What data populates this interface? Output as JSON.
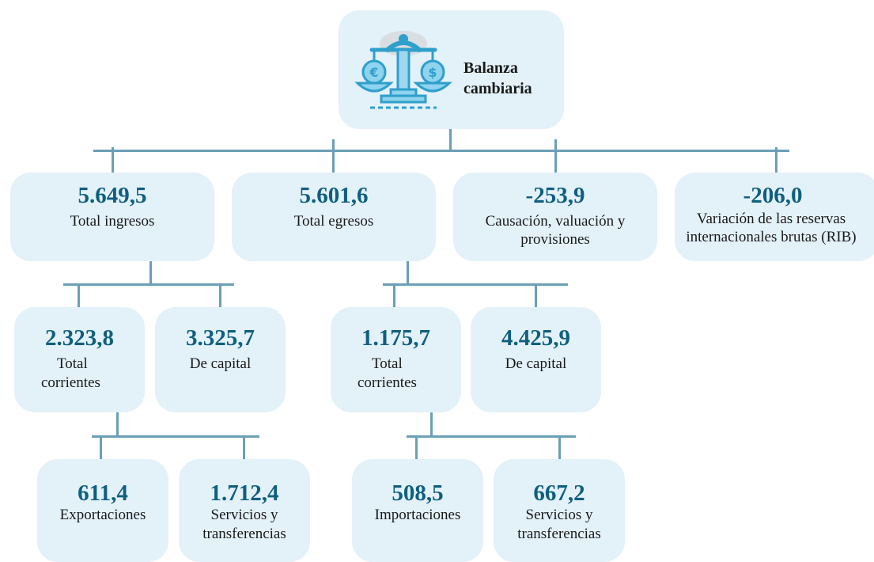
{
  "root": {
    "title_line1": "Balanza",
    "title_line2": "cambiaria",
    "icon": "scale-currency-icon"
  },
  "level1": [
    {
      "value": "5.649,5",
      "label": "Total ingresos"
    },
    {
      "value": "5.601,6",
      "label": "Total egresos"
    },
    {
      "value": "-253,9",
      "label_line1": "Causación, valuación y",
      "label_line2": "provisiones"
    },
    {
      "value": "-206,0",
      "label_line1": "Variación de las reservas",
      "label_line2": "internacionales brutas (RIB)"
    }
  ],
  "level2": [
    {
      "value": "2.323,8",
      "label_line1": "Total",
      "label_line2": "corrientes"
    },
    {
      "value": "3.325,7",
      "label": "De capital"
    },
    {
      "value": "1.175,7",
      "label_line1": "Total",
      "label_line2": "corrientes"
    },
    {
      "value": "4.425,9",
      "label": "De capital"
    }
  ],
  "level3": [
    {
      "value": "611,4",
      "label": "Exportaciones"
    },
    {
      "value": "1.712,4",
      "label_line1": "Servicios y",
      "label_line2": "transferencias"
    },
    {
      "value": "508,5",
      "label": "Importaciones"
    },
    {
      "value": "667,2",
      "label_line1": "Servicios y",
      "label_line2": "transferencias"
    }
  ],
  "colors": {
    "box_fill": "#e3f1f9",
    "connector": "#6a9fb6",
    "value_text": "#0f5f7f",
    "icon": "#2f9fcc"
  }
}
